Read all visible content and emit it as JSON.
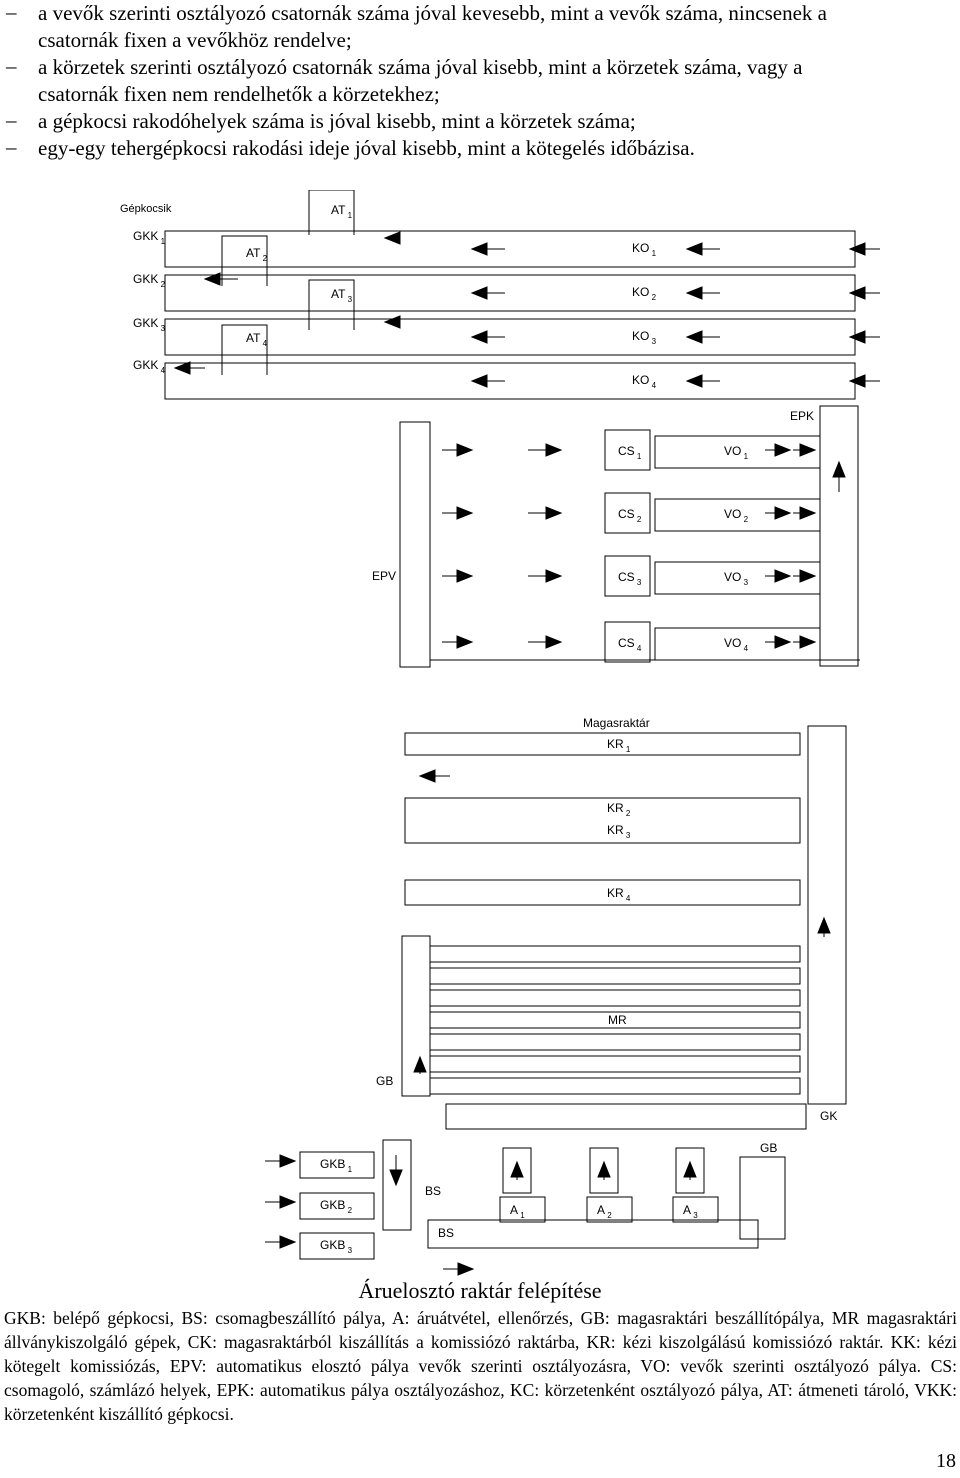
{
  "bullets": [
    "a vevők szerinti osztályozó csatornák száma jóval kevesebb, mint a vevők száma, nincsenek a",
    "csatornák fixen a vevőkhöz rendelve;",
    "a körzetek szerinti osztályozó csatornák száma jóval kisebb, mint a körzetek száma, vagy a",
    "csatornák fixen nem rendelhetők a körzetekhez;",
    "a gépkocsi rakodóhelyek száma is jóval kisebb, mint a körzetek száma;",
    "egy-egy tehergépkocsi rakodási ideje jóval kisebb, mint a kötegelés időbázisa."
  ],
  "diagram": {
    "gepkocsik": "Gépkocsik",
    "gkk": [
      "GKK",
      "GKK",
      "GKK",
      "GKK"
    ],
    "at": [
      "AT",
      "AT",
      "AT",
      "AT"
    ],
    "ko": [
      "KO",
      "KO",
      "KO",
      "KO"
    ],
    "epk": "EPK",
    "cs": [
      "CS",
      "CS",
      "CS",
      "CS"
    ],
    "vo": [
      "VO",
      "VO",
      "VO",
      "VO"
    ],
    "epv": "EPV",
    "magasraktar": "Magasraktár",
    "kr": [
      "KR",
      "KR",
      "KR",
      "KR"
    ],
    "mr": "MR",
    "gb": "GB",
    "gk": "GK",
    "gb2": "GB",
    "gkb": [
      "GKB",
      "GKB",
      "GKB"
    ],
    "bs": [
      "BS",
      "BS"
    ],
    "a": [
      "A",
      "A",
      "A"
    ],
    "subs": [
      "1",
      "2",
      "3",
      "4"
    ]
  },
  "caption": "Áruelosztó raktár felépítése",
  "legend": "GKB: belépő gépkocsi, BS: csomagbeszállító pálya, A: áruátvétel, ellenőrzés, GB: magasraktári beszállítópálya, MR magasraktári állványkiszolgáló gépek, CK: magasraktárból kiszállítás a komissiózó raktárba, KR: kézi kiszolgálású komissiózó raktár. KK: kézi kötegelt komissiózás, EPV: automatikus elosztó pálya vevők szerinti osztályozásra, VO: vevők szerinti osztályozó pálya. CS: csomagoló, számlázó helyek, EPK: automatikus pálya osztályozáshoz, KC: körzetenként osztályozó pálya, AT: átmeneti tároló, VKK: körzetenként kiszállító gépkocsi.",
  "page_number": "18",
  "colors": {
    "ink": "#000000",
    "paper": "#ffffff"
  }
}
